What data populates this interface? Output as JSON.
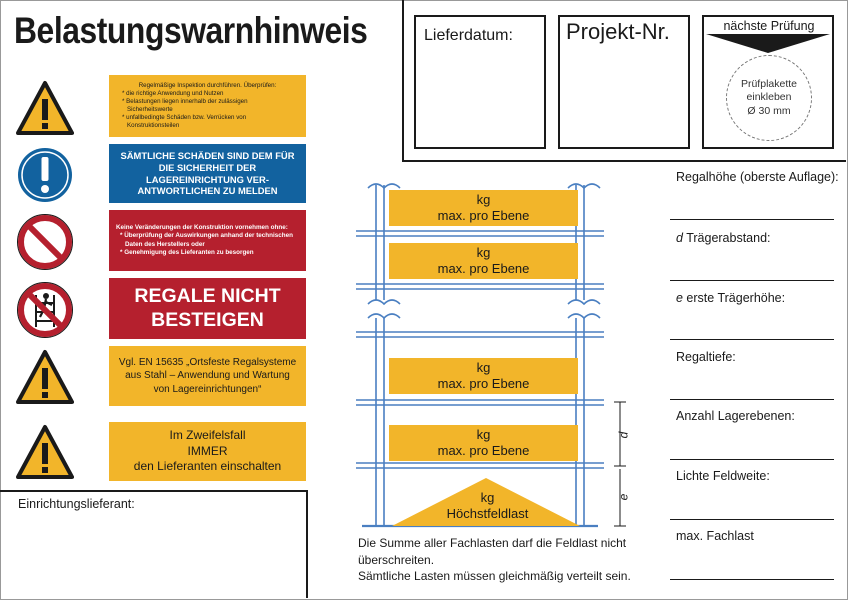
{
  "title": "Belastungswarnhinweis",
  "panels": {
    "inspection": {
      "head": "Regelmäßige Inspektion durchführen. Überprüfen:",
      "items": [
        "* die richtige Anwendung und Nutzen",
        "* Belastungen liegen innerhalb der zulässigen Sicherheitswerte",
        "* unfallbedingte Schäden bzw. Verrücken von Konstruktionsteilen"
      ]
    },
    "damage": "SÄMTLICHE SCHÄDEN SIND DEM FÜR DIE SICHERHEIT DER LAGEREINRICHTUNG VER-ANTWORTLICHEN ZU MELDEN",
    "no_changes": {
      "head": "Keine Veränderungen der Konstruktion vornehmen ohne:",
      "items": [
        "* Überprüfung der Auswirkungen anhand der technischen Daten des Herstellers oder",
        "* Genehmigung des Lieferanten zu besorgen"
      ]
    },
    "no_climb": "REGALE NICHT BESTEIGEN",
    "norm": "Vgl. EN 15635 „Ortsfeste Regalsysteme aus Stahl – Anwendung und Wartung von Lagereinrichtungen“",
    "doubt": [
      "Im Zweifelsfall",
      "IMMER",
      "den Lieferanten einschalten"
    ]
  },
  "supplier_label": "Einrichtungslieferant:",
  "boxes": {
    "delivery_date": "Lieferdatum:",
    "project_no": "Projekt-Nr.",
    "next_inspection": "nächste Prüfung",
    "plakette": [
      "Prüfplakette",
      "einkleben",
      "Ø 30 mm"
    ]
  },
  "beam_label": [
    "kg",
    "max. pro Ebene"
  ],
  "max_field_label": [
    "kg",
    "Höchstfeldlast"
  ],
  "dims": {
    "d": "d",
    "e": "e"
  },
  "note": [
    "Die Summe aller Fachlasten darf die Feldlast nicht",
    "überschreiten.",
    "Sämtliche Lasten müssen gleichmäßig verteilt sein."
  ],
  "fields": [
    {
      "prefix": "",
      "label": "Regalhöhe (oberste Auflage):"
    },
    {
      "prefix": "d",
      "label": " Trägerabstand:"
    },
    {
      "prefix": "e",
      "label": " erste Trägerhöhe:"
    },
    {
      "prefix": "",
      "label": "Regaltiefe:"
    },
    {
      "prefix": "",
      "label": "Anzahl Lagerebenen:"
    },
    {
      "prefix": "",
      "label": "Lichte Feldweite:"
    },
    {
      "prefix": "",
      "label": "max. Fachlast"
    }
  ],
  "colors": {
    "yellow": "#f2b52a",
    "blue": "#12629f",
    "red": "#b5202e",
    "rack": "#4a7fc1"
  },
  "icons": [
    "warning-triangle-icon",
    "mandatory-exclamation-icon",
    "prohibition-icon",
    "no-climbing-icon",
    "warning-triangle-icon",
    "warning-triangle-icon"
  ]
}
